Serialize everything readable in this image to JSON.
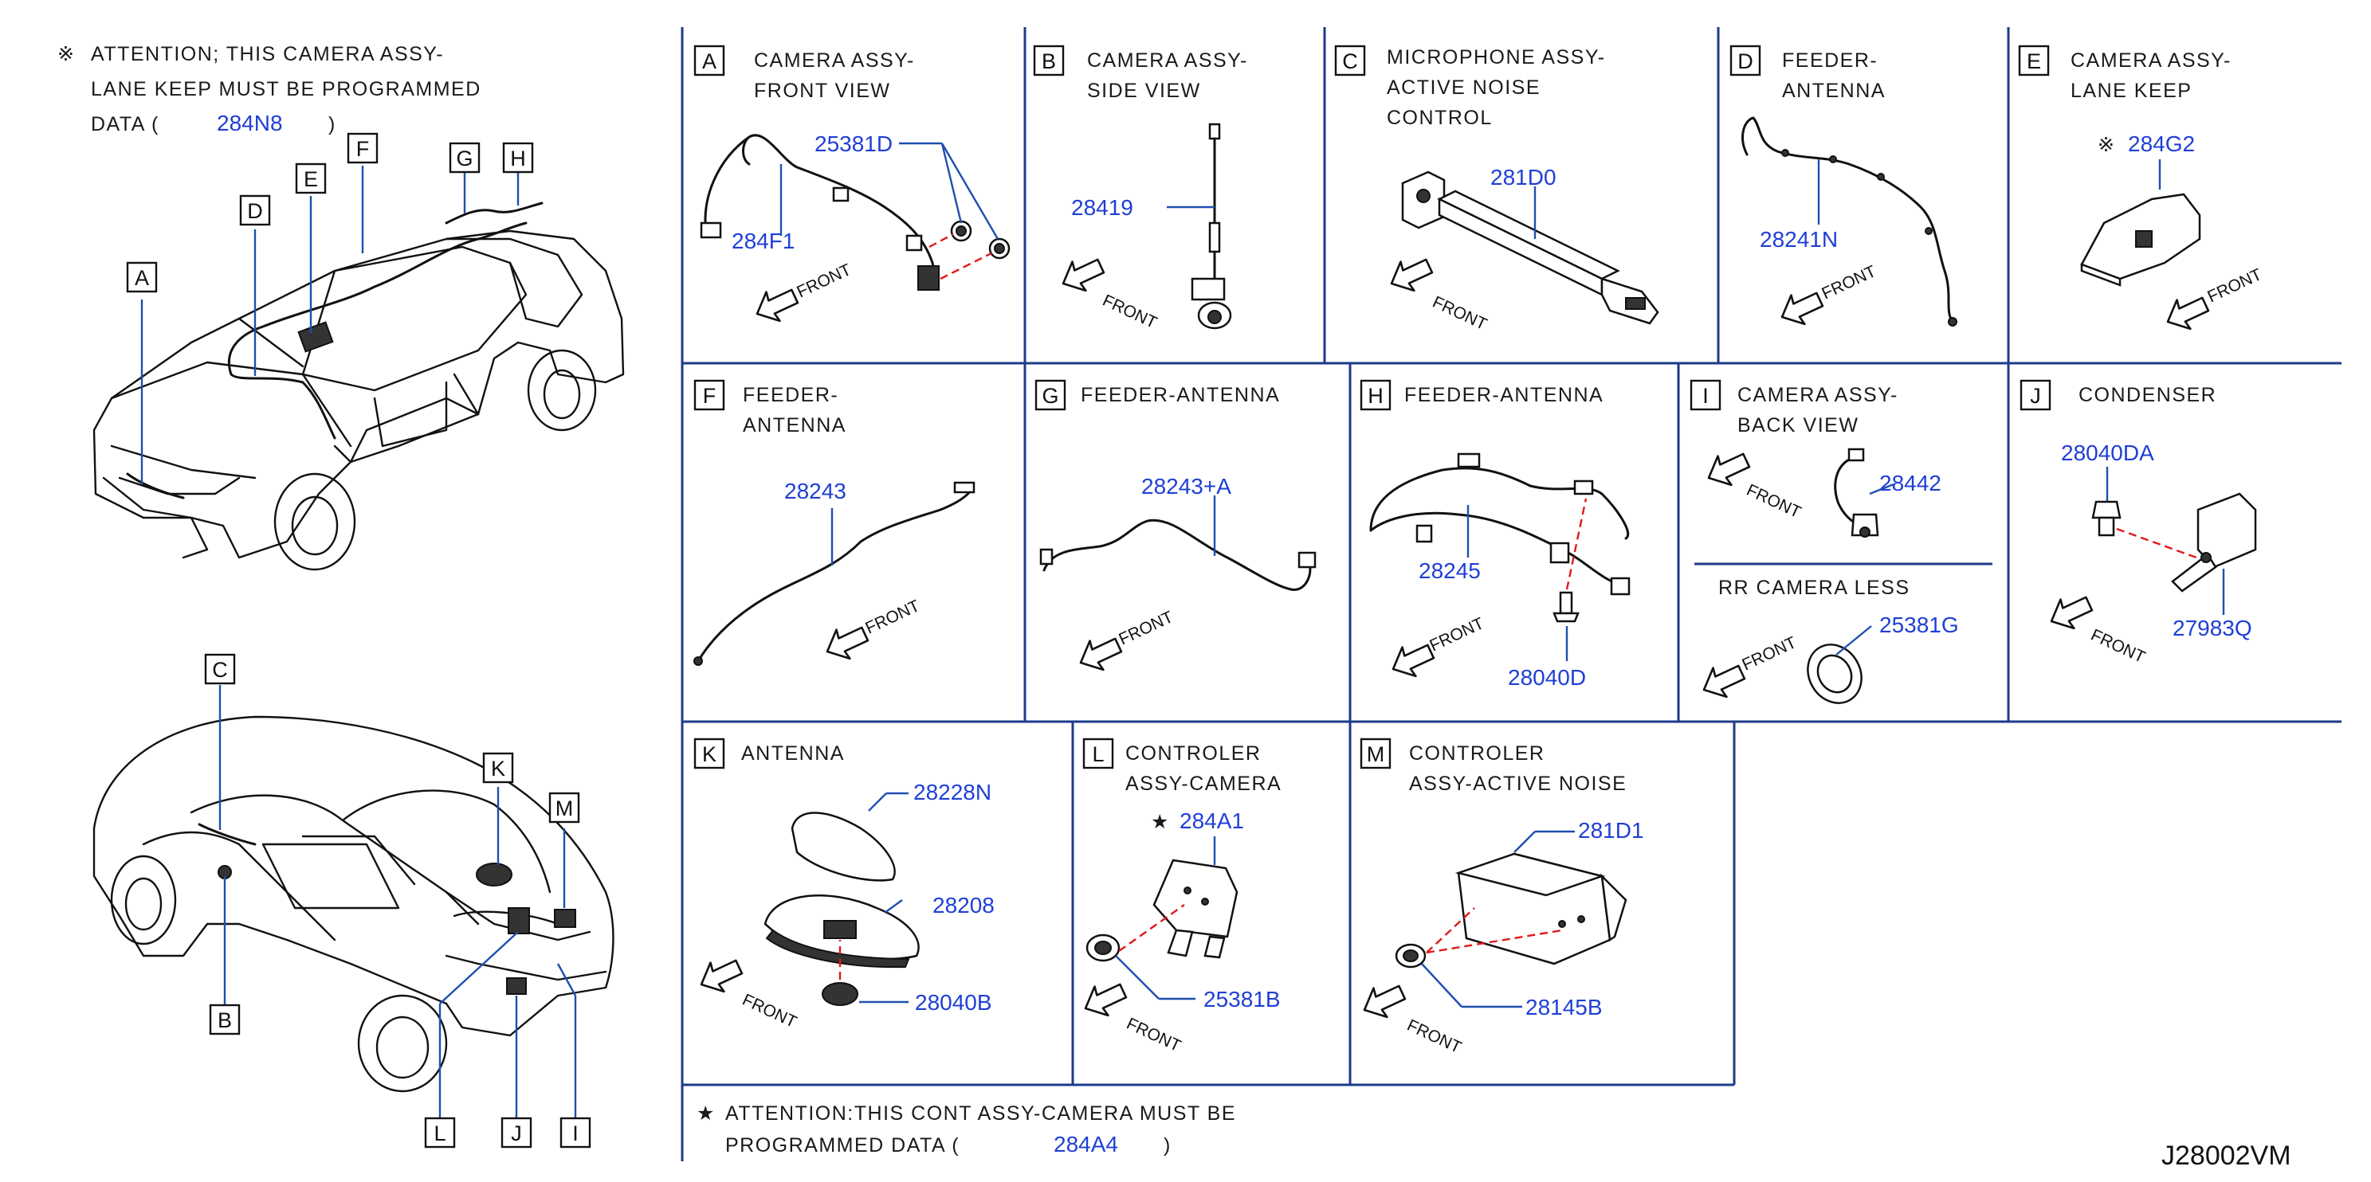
{
  "attention_top": {
    "mark": "※",
    "line1": "ATTENTION;  THIS  CAMERA  ASSY-",
    "line2": "LANE  KEEP  MUST  BE  PROGRAMMED",
    "line3_prefix": "DATA  (",
    "line3_part": "284N8",
    "line3_suffix": ")"
  },
  "car_callouts": {
    "front": [
      "A",
      "D",
      "E",
      "F",
      "G",
      "H"
    ],
    "rear": [
      "C",
      "B",
      "K",
      "M",
      "L",
      "J",
      "I"
    ]
  },
  "panels": {
    "A": {
      "letter": "A",
      "title1": "CAMERA  ASSY-",
      "title2": "FRONT  VIEW",
      "parts": [
        "25381D",
        "284F1"
      ],
      "front": "FRONT"
    },
    "B": {
      "letter": "B",
      "title1": "CAMERA  ASSY-",
      "title2": "SIDE  VIEW",
      "parts": [
        "28419"
      ],
      "front": "FRONT"
    },
    "C": {
      "letter": "C",
      "title1": "MICROPHONE  ASSY-",
      "title2": "ACTIVE  NOISE",
      "title3": "CONTROL",
      "parts": [
        "281D0"
      ],
      "front": "FRONT"
    },
    "D": {
      "letter": "D",
      "title1": "FEEDER-",
      "title2": "ANTENNA",
      "parts": [
        "28241N"
      ],
      "front": "FRONT"
    },
    "E": {
      "letter": "E",
      "title1": "CAMERA  ASSY-",
      "title2": "LANE  KEEP",
      "mark": "※",
      "parts": [
        "284G2"
      ],
      "front": "FRONT"
    },
    "F": {
      "letter": "F",
      "title1": "FEEDER-",
      "title2": "ANTENNA",
      "parts": [
        "28243"
      ],
      "front": "FRONT"
    },
    "G": {
      "letter": "G",
      "title1": "FEEDER-ANTENNA",
      "parts": [
        "28243+A"
      ],
      "front": "FRONT"
    },
    "H": {
      "letter": "H",
      "title1": "FEEDER-ANTENNA",
      "parts": [
        "28245",
        "28040D"
      ],
      "front": "FRONT"
    },
    "I": {
      "letter": "I",
      "title1": "CAMERA  ASSY-",
      "title2": "BACK  VIEW",
      "sub": "RR  CAMERA  LESS",
      "parts": [
        "28442",
        "25381G"
      ],
      "front": "FRONT"
    },
    "J": {
      "letter": "J",
      "title1": "CONDENSER",
      "parts": [
        "28040DA",
        "27983Q"
      ],
      "front": "FRONT"
    },
    "K": {
      "letter": "K",
      "title1": "ANTENNA",
      "parts": [
        "28228N",
        "28208",
        "28040B"
      ],
      "front": "FRONT"
    },
    "L": {
      "letter": "L",
      "title1": "CONTROLER",
      "title2": "ASSY-CAMERA",
      "mark": "★",
      "parts": [
        "284A1",
        "25381B"
      ],
      "front": "FRONT"
    },
    "M": {
      "letter": "M",
      "title1": "CONTROLER",
      "title2": "ASSY-ACTIVE  NOISE",
      "parts": [
        "281D1",
        "28145B"
      ],
      "front": "FRONT"
    }
  },
  "attention_bottom": {
    "mark": "★",
    "line1": "ATTENTION:THIS  CONT  ASSY-CAMERA  MUST  BE",
    "line2_prefix": "PROGRAMMED  DATA  (",
    "line2_part": "284A4",
    "line2_suffix": ")"
  },
  "drawing_code": "J28002VM"
}
